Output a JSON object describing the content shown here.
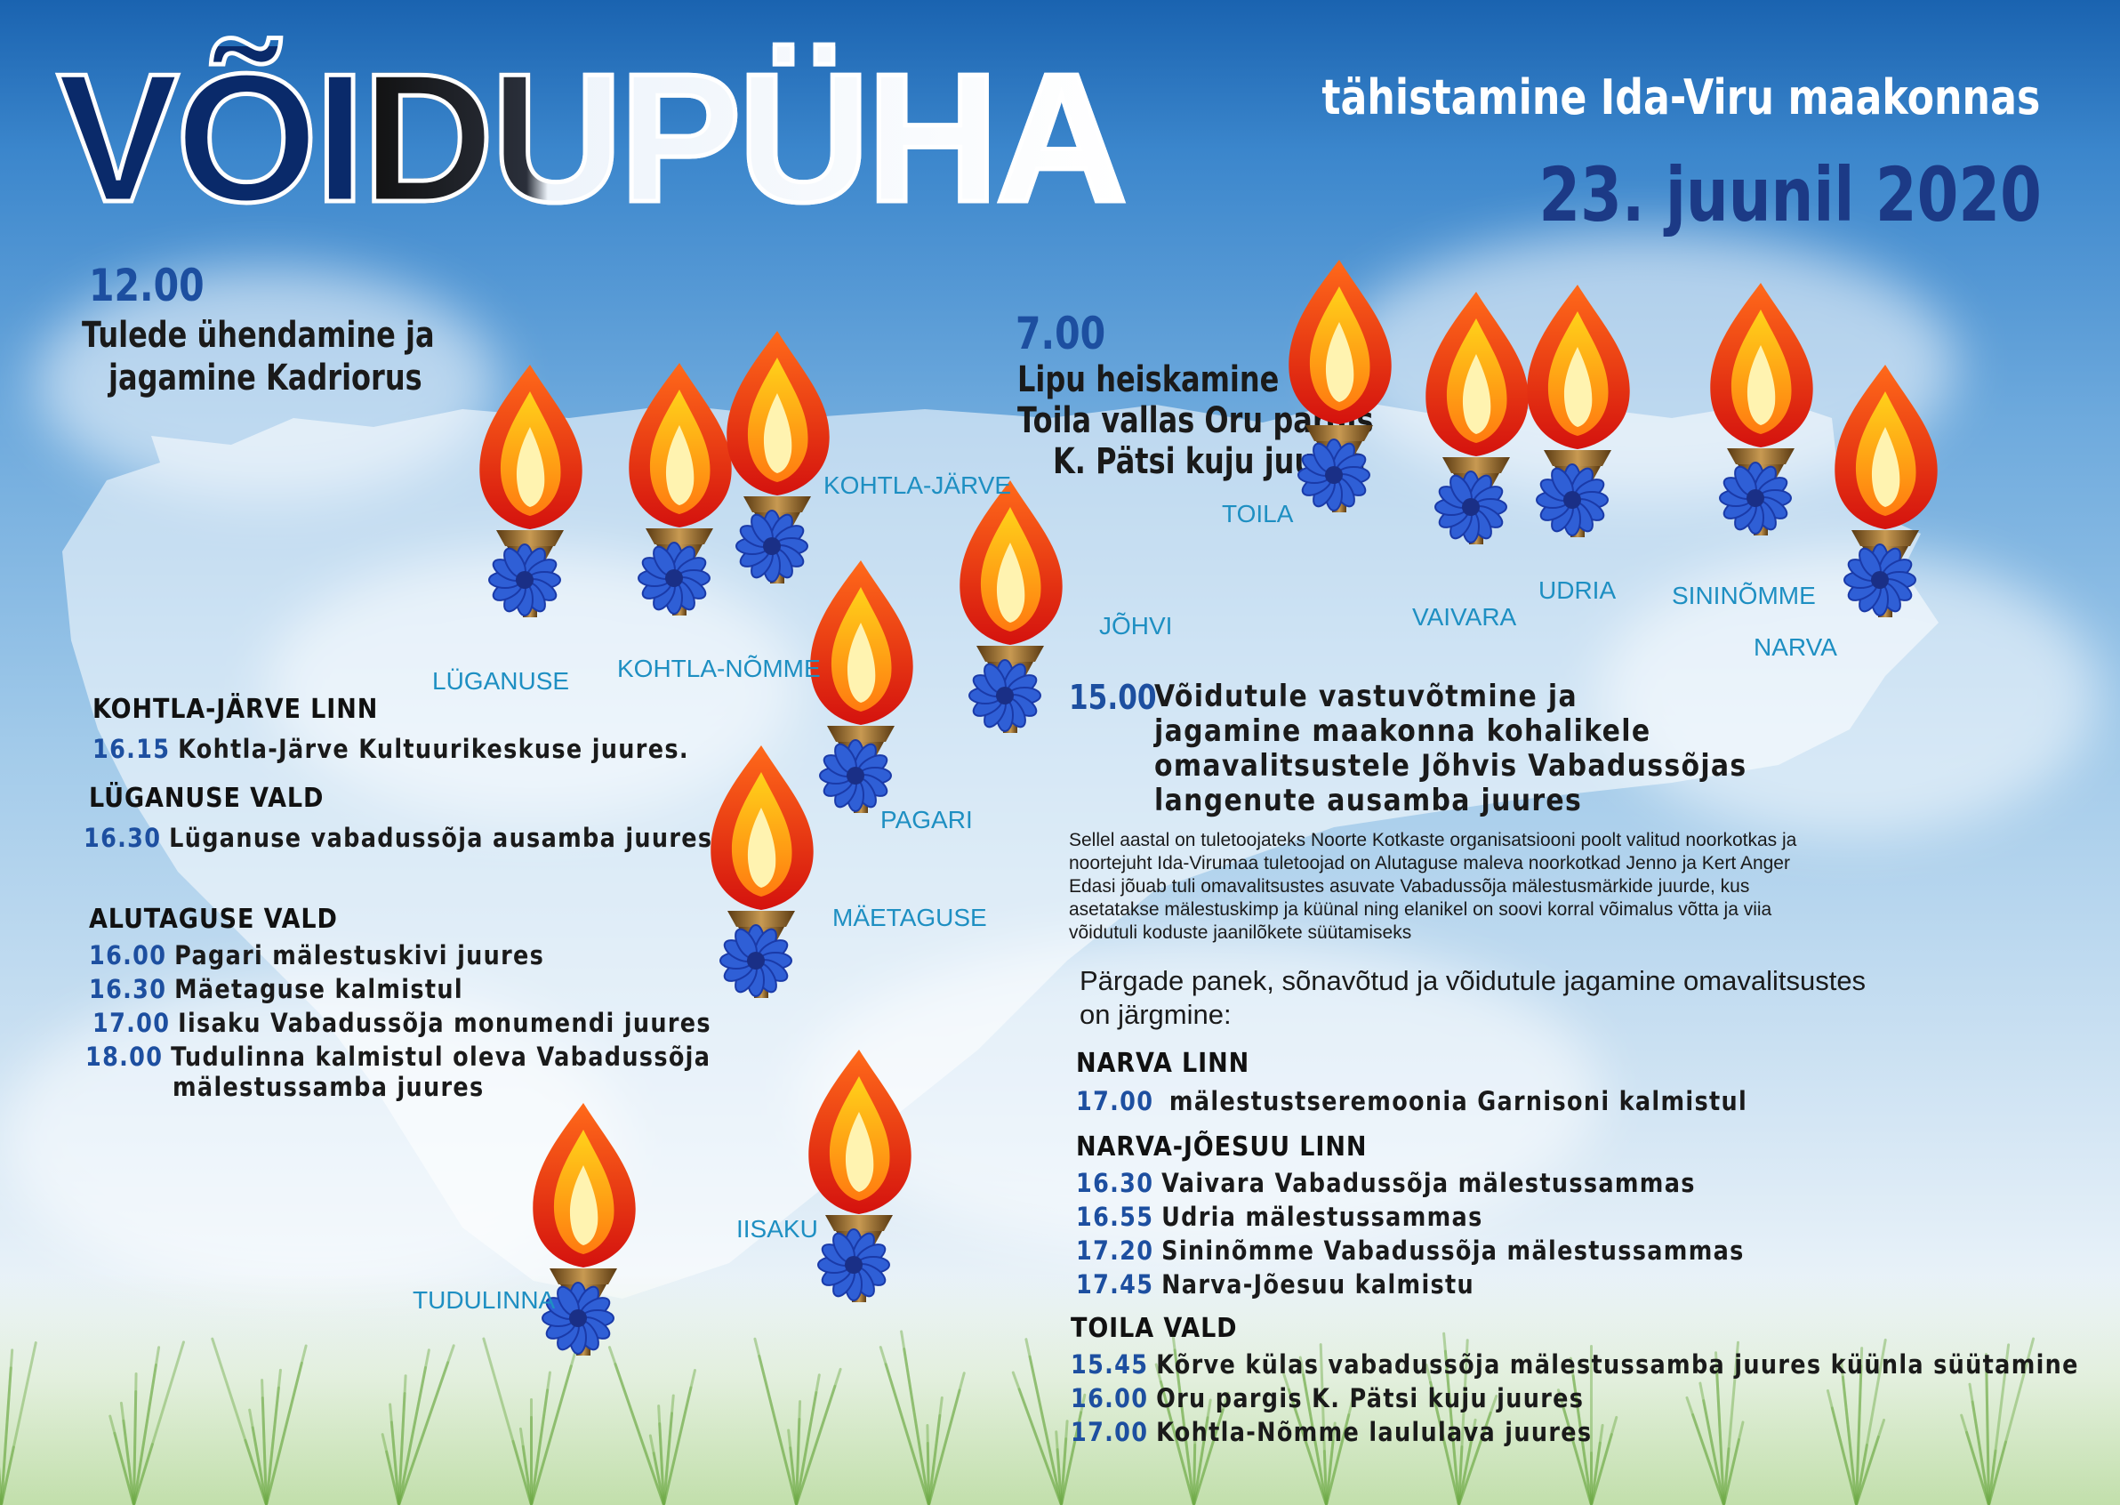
{
  "header": {
    "title": "VÕIDUPÜHA",
    "subtitle": "tähistamine Ida-Viru maakonnas",
    "date": "23. juunil 2020"
  },
  "blocks": {
    "kadriorg": {
      "time": "12.00",
      "line1": "Tulede ühendamine ja",
      "line2": "jagamine Kadriorus"
    },
    "toila_flag": {
      "time": "7.00",
      "line1": "Lipu heiskamine",
      "line2": "Toila vallas Oru pargis",
      "line3": "K. Pätsi kuju juures"
    },
    "johvi": {
      "time": "15.00",
      "lines": [
        "Võidutule vastuvõtmine ja",
        "jagamine maakonna kohalikele",
        "omavalitsustele Jõhvis Vabadussõjas",
        "langenute ausamba juures"
      ]
    }
  },
  "info": {
    "paragraph": [
      "Sellel aastal on tuletoojateks Noorte Kotkaste organisatsiooni poolt valitud noorkotkas ja",
      "noortejuht Ida-Virumaa tuletoojad on Alutaguse maleva noorkotkad Jenno ja Kert Anger",
      "Edasi jõuab tuli omavalitsustes asuvate Vabadussõja mälestusmärkide juurde, kus",
      "asetatakse mälestuskimp ja küünal ning elanikel on soovi korral võimalus võtta ja viia",
      "võidutuli koduste jaanilõkete süütamiseks"
    ],
    "intro_line1": "Pärgade panek, sõnavõtud ja võidutule jagamine omavalitsustes",
    "intro_line2": "on järgmine:"
  },
  "schedule_left": [
    {
      "title": "KOHTLA-JÄRVE LINN",
      "items": [
        {
          "time": "16.15",
          "text": "Kohtla-Järve Kultuurikeskuse juures."
        }
      ]
    },
    {
      "title": "LÜGANUSE VALD",
      "items": [
        {
          "time": "16.30",
          "text": "Lüganuse vabadussõja ausamba juures"
        }
      ]
    },
    {
      "title": "ALUTAGUSE VALD",
      "items": [
        {
          "time": "16.00",
          "text": "Pagari mälestuskivi juures"
        },
        {
          "time": "16.30",
          "text": "Mäetaguse kalmistul"
        },
        {
          "time": "17.00",
          "text": "Iisaku Vabadussõja monumendi juures"
        },
        {
          "time": "18.00",
          "text": "Tudulinna kalmistul oleva Vabadussõja",
          "text2": "mälestussamba juures"
        }
      ]
    }
  ],
  "schedule_right": [
    {
      "title": "NARVA LINN",
      "items": [
        {
          "time": "17.00",
          "text": "mälestustseremoonia Garnisoni kalmistul"
        }
      ]
    },
    {
      "title": "NARVA-JÕESUU LINN",
      "items": [
        {
          "time": "16.30",
          "text": "Vaivara Vabadussõja mälestussammas"
        },
        {
          "time": "16.55",
          "text": "Udria mälestussammas"
        },
        {
          "time": "17.20",
          "text": "Sininõmme Vabadussõja mälestussammas"
        },
        {
          "time": "17.45",
          "text": "Narva-Jõesuu kalmistu"
        }
      ]
    },
    {
      "title": "TOILA VALD",
      "items": [
        {
          "time": "15.45",
          "text": "Kõrve külas vabadussõja mälestussamba juures küünla süütamine"
        },
        {
          "time": "16.00",
          "text": "Oru pargis K. Pätsi kuju juures"
        },
        {
          "time": "17.00",
          "text": "Kohtla-Nõmme laululava juures"
        }
      ]
    }
  ],
  "places": {
    "luganuse": "LÜGANUSE",
    "kohtla_nomme": "KOHTLA-NÕMME",
    "kohtla_jarve": "KOHTLA-JÄRVE",
    "johvi": "JÕHVI",
    "pagari": "PAGARI",
    "maetaguse": "MÄETAGUSE",
    "iisaku": "IISAKU",
    "tudulinna": "TUDULINNA",
    "toila": "TOILA",
    "vaivara": "VAIVARA",
    "udria": "UDRIA",
    "sininomme": "SININÕMME",
    "narva": "NARVA"
  },
  "icons": {
    "torch": "torch-icon",
    "cornflower": "cornflower-icon"
  },
  "colors": {
    "sky_top": "#1a63b0",
    "time_blue": "#1d4fa0",
    "date_blue": "#1c3a86",
    "place_cyan": "#1e8fc2"
  }
}
